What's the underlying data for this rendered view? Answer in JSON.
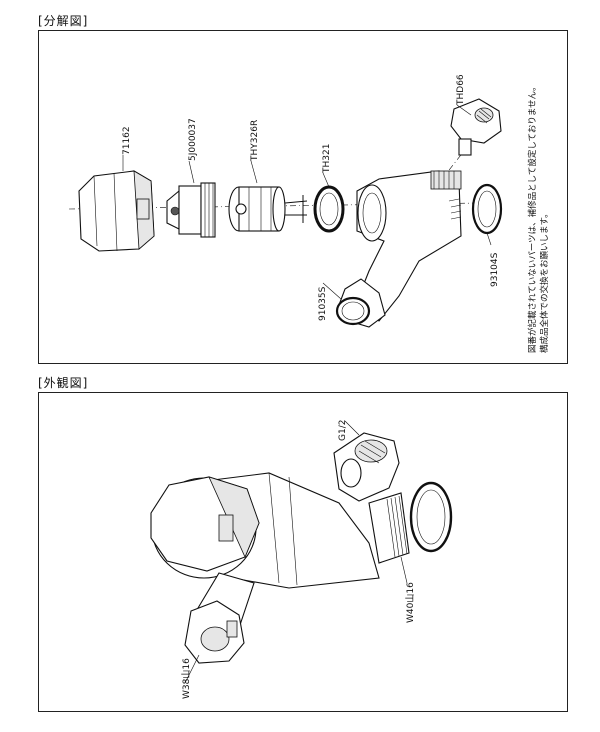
{
  "sections": {
    "exploded": {
      "title": "[分解図]"
    },
    "exterior": {
      "title": "[外観図]"
    }
  },
  "parts": [
    {
      "code": "71162"
    },
    {
      "code": "5J000037"
    },
    {
      "code": "THY326R"
    },
    {
      "code": "TH321"
    },
    {
      "code": "THD66"
    },
    {
      "code": "91035S"
    },
    {
      "code": "93104S"
    }
  ],
  "note": {
    "line1": "図番が記載されていないパーツは、補修品として設定しておりません。",
    "line2": "構成品全体での交換をお願いします。"
  },
  "exterior_labels": {
    "inlet_thread": "G1/2",
    "outlet_thread": "W40山16",
    "bottom_thread": "W38山16"
  }
}
